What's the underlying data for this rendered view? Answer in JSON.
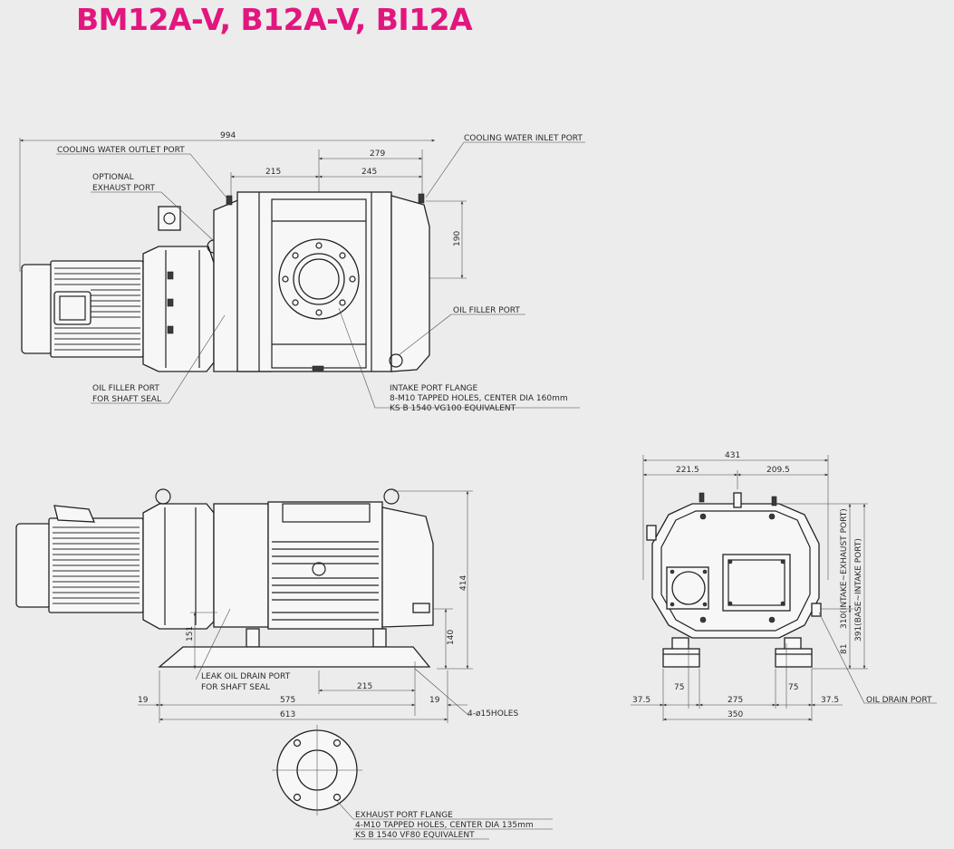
{
  "title": "BM12A-V, B12A-V, BI12A",
  "colors": {
    "title": "#e2167f",
    "background": "#ececec",
    "line": "#333333"
  },
  "top_view": {
    "dims": {
      "overall": "994",
      "inlet_offset": "279",
      "left_half": "215",
      "right_half": "245",
      "height": "190"
    },
    "labels": {
      "outlet_port": "COOLING WATER OUTLET PORT",
      "inlet_port": "COOLING WATER INLET PORT",
      "optional_exhaust_1": "OPTIONAL",
      "optional_exhaust_2": "EXHAUST PORT",
      "oil_filler": "OIL FILLER PORT",
      "oil_filler_shaft_1": "OIL FILLER PORT",
      "oil_filler_shaft_2": "FOR SHAFT SEAL",
      "intake_1": "INTAKE PORT FLANGE",
      "intake_2": "8-M10 TAPPED HOLES, CENTER DIA 160mm",
      "intake_3": "KS B 1540 VG100 EQUIVALENT"
    }
  },
  "side_view": {
    "dims": {
      "height": "414",
      "shaft": "140",
      "seal": "151",
      "d215": "215",
      "left_19": "19",
      "right_19": "19",
      "d575": "575",
      "d613": "613"
    },
    "labels": {
      "leak_1": "LEAK OIL DRAIN PORT",
      "leak_2": "FOR SHAFT SEAL",
      "holes": "4-ø15HOLES"
    }
  },
  "end_view": {
    "dims": {
      "width": "431",
      "left": "221.5",
      "right": "209.5",
      "h310": "310(INTAKE~EXHAUST PORT)",
      "h391": "391(BASE~INTAKE PORT)",
      "h81": "81",
      "b37l": "37.5",
      "b75l": "75",
      "b275": "275",
      "b75r": "75",
      "b37r": "37.5",
      "b350": "350"
    },
    "labels": {
      "oil_drain": "OIL DRAIN PORT"
    }
  },
  "exhaust_flange": {
    "labels": {
      "line1": "EXHAUST PORT FLANGE",
      "line2": "4-M10 TAPPED HOLES, CENTER DIA 135mm",
      "line3": "KS B 1540 VF80 EQUIVALENT"
    }
  }
}
